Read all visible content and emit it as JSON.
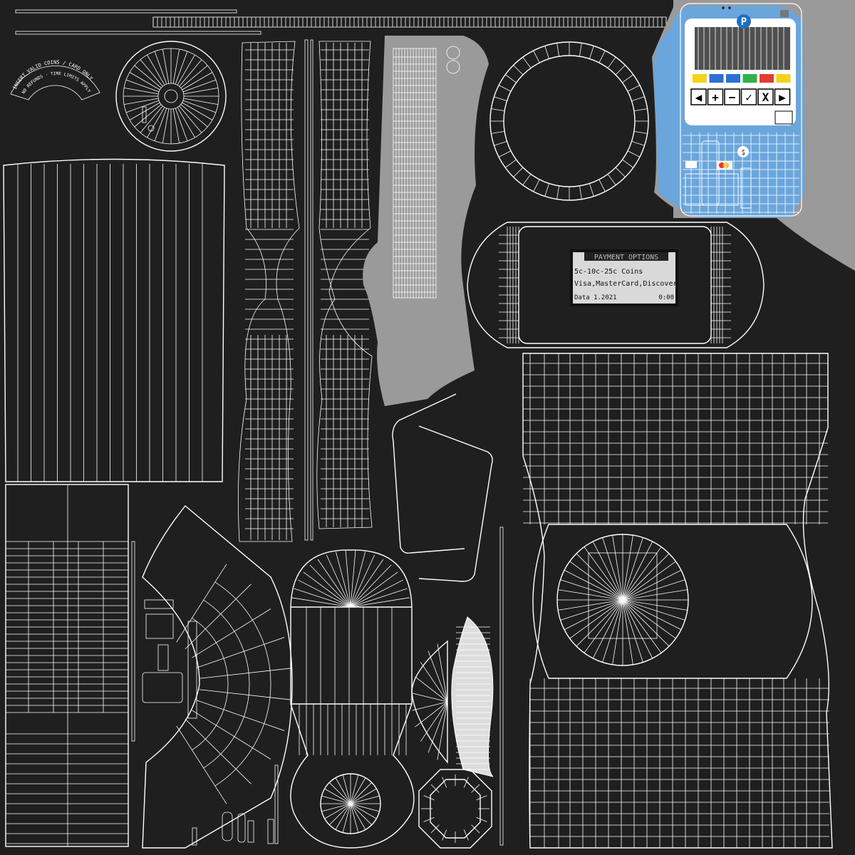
{
  "texture": {
    "arc_text_top": "INSERT VALID COINS / CARD ONLY",
    "arc_text_bottom": "NO REFUNDS · TIME LIMITS APPLY",
    "parking_letter": "P",
    "meter_buttons": [
      "",
      "",
      "",
      "",
      "",
      ""
    ],
    "meter_keys": [
      "◀",
      "+",
      "−",
      "✓",
      "X",
      "▶"
    ],
    "coin_symbol": "$",
    "payment_label": {
      "title": "PAYMENT OPTIONS",
      "line1": "5c-10c-25c Coins",
      "line2": "Visa,MasterCard,Discover",
      "line3": "Data 1.2021",
      "line3_right": "0:00"
    }
  },
  "colors": {
    "background": "#1f1f1f",
    "wire": "#ffffff",
    "meter_face": "#6aa6dc",
    "meter_body": "#9a9a9a",
    "label_bg": "#d9d9d9"
  }
}
